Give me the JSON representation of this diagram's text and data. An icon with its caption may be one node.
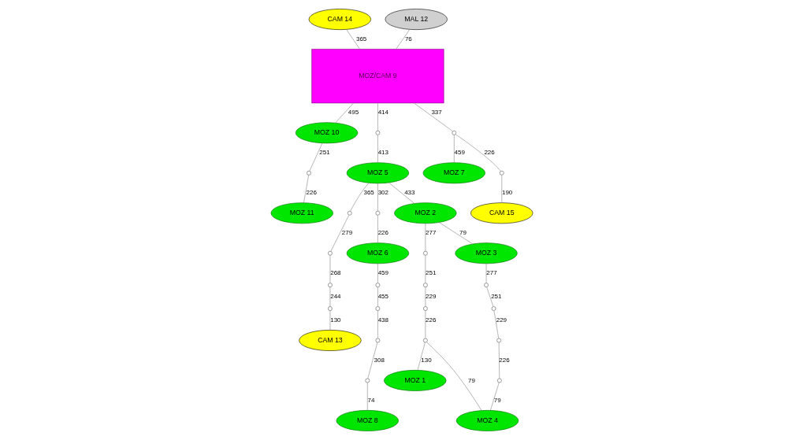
{
  "diagram": {
    "nodes": [
      {
        "text": [
          "CAM 14"
        ]
      },
      {
        "text": [
          "MAL 12"
        ]
      },
      {
        "text": [
          "MOZ/CAM 9"
        ]
      },
      {
        "text": [
          "MOZ 10"
        ]
      },
      {
        "text": [],
        "shape": "circle"
      },
      {
        "text": [],
        "shape": "circle"
      },
      {
        "text": [
          "MOZ 11"
        ]
      },
      {
        "text": [
          "MOZ 5"
        ]
      },
      {
        "text": [],
        "shape": "circle"
      },
      {
        "text": [],
        "shape": "circle"
      },
      {
        "text": [
          "MOZ 7"
        ]
      },
      {
        "text": [],
        "shape": "circle"
      },
      {
        "text": [],
        "shape": "circle"
      },
      {
        "text": [],
        "shape": "circle"
      },
      {
        "text": [
          "MOZ 2"
        ]
      },
      {
        "text": [
          "CAM 15"
        ]
      },
      {
        "text": [],
        "shape": "circle"
      },
      {
        "text": [
          "MOZ 6"
        ]
      },
      {
        "text": [],
        "shape": "circle"
      },
      {
        "text": [],
        "shape": "circle"
      },
      {
        "text": [
          "MOZ 3"
        ]
      },
      {
        "text": [],
        "shape": "circle"
      },
      {
        "text": [
          "CAM 13"
        ]
      },
      {
        "text": [],
        "shape": "circle"
      },
      {
        "text": [],
        "shape": "circle"
      },
      {
        "text": [],
        "shape": "circle"
      },
      {
        "text": [],
        "shape": "circle"
      },
      {
        "text": [],
        "shape": "circle"
      },
      {
        "text": [],
        "shape": "circle"
      },
      {
        "text": [],
        "shape": "circle"
      },
      {
        "text": [],
        "shape": "circle"
      },
      {
        "text": [],
        "shape": "circle"
      },
      {
        "text": [],
        "shape": "circle"
      },
      {
        "text": [
          "MOZ 1"
        ]
      },
      {
        "text": [
          "MOZ 8"
        ]
      },
      {
        "text": [
          "MOZ 4"
        ]
      }
    ],
    "edges": [
      {
        "from": 0,
        "to": 2,
        "arrow": "none",
        "label": "365"
      },
      {
        "from": 1,
        "to": 2,
        "arrow": "none",
        "label": "76"
      },
      {
        "from": 2,
        "to": 3,
        "arrow": "none",
        "label": "495"
      },
      {
        "from": 2,
        "to": 4,
        "arrow": "none",
        "label": "414"
      },
      {
        "from": 4,
        "to": 7,
        "arrow": "none",
        "label": "413"
      },
      {
        "from": 3,
        "to": 5,
        "arrow": "none",
        "label": "251"
      },
      {
        "from": 5,
        "to": 6,
        "arrow": "none",
        "label": "226"
      },
      {
        "from": 2,
        "to": 9,
        "arrow": "none",
        "label": "337"
      },
      {
        "from": 9,
        "to": 10,
        "arrow": "none",
        "label": "459"
      },
      {
        "from": 9,
        "to": 13,
        "arrow": "none",
        "label": "226"
      },
      {
        "from": 13,
        "to": 15,
        "arrow": "none",
        "label": "190"
      },
      {
        "from": 7,
        "to": 8,
        "arrow": "none",
        "label": "365"
      },
      {
        "from": 8,
        "to": 11,
        "arrow": "none",
        "label": "279"
      },
      {
        "from": 11,
        "to": 16,
        "arrow": "none",
        "label": "268"
      },
      {
        "from": 16,
        "to": 19,
        "arrow": "none",
        "label": "244"
      },
      {
        "from": 19,
        "to": 22,
        "arrow": "none",
        "label": "130"
      },
      {
        "from": 7,
        "to": 12,
        "arrow": "none",
        "label": "302"
      },
      {
        "from": 12,
        "to": 17,
        "arrow": "none",
        "label": "226"
      },
      {
        "from": 7,
        "to": 14,
        "arrow": "none",
        "label": "433"
      },
      {
        "from": 14,
        "to": 20,
        "arrow": "none",
        "label": "79"
      },
      {
        "from": 17,
        "to": 21,
        "arrow": "none",
        "label": "459"
      },
      {
        "from": 21,
        "to": 25,
        "arrow": "none",
        "label": "455"
      },
      {
        "from": 25,
        "to": 27,
        "arrow": "none",
        "label": "438"
      },
      {
        "from": 27,
        "to": 31,
        "arrow": "none",
        "label": "308"
      },
      {
        "from": 31,
        "to": 34,
        "arrow": "none",
        "label": "74"
      },
      {
        "from": 14,
        "to": 18,
        "arrow": "none",
        "label": "277"
      },
      {
        "from": 18,
        "to": 24,
        "arrow": "none",
        "label": "251"
      },
      {
        "from": 24,
        "to": 28,
        "arrow": "none",
        "label": "229"
      },
      {
        "from": 28,
        "to": 30,
        "arrow": "none",
        "label": "226"
      },
      {
        "from": 30,
        "to": 33,
        "arrow": "none",
        "label": "130"
      },
      {
        "from": 30,
        "to": 35,
        "arrow": "none",
        "label": "79"
      },
      {
        "from": 20,
        "to": 23,
        "arrow": "none",
        "label": "277"
      },
      {
        "from": 23,
        "to": 26,
        "arrow": "none",
        "label": "251"
      },
      {
        "from": 26,
        "to": 29,
        "arrow": "none",
        "label": "229"
      },
      {
        "from": 29,
        "to": 32,
        "arrow": "none",
        "label": "226"
      },
      {
        "from": 32,
        "to": 35,
        "arrow": "none",
        "label": "79"
      }
    ]
  }
}
